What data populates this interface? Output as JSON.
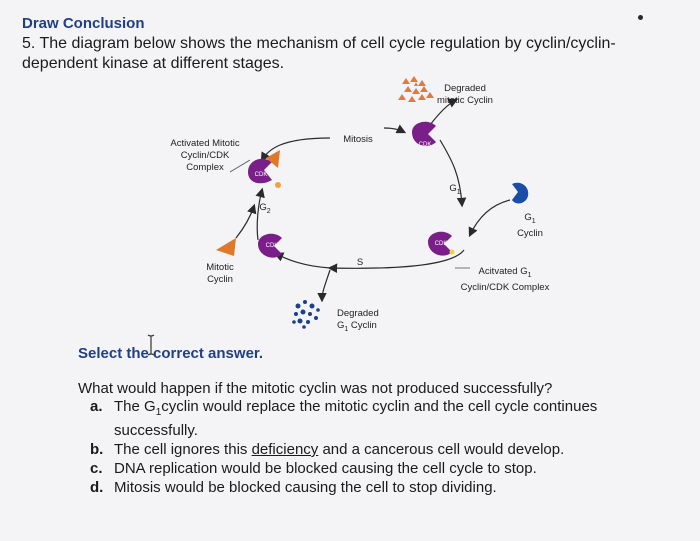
{
  "header": {
    "title": "Draw Conclusion",
    "question_line1": "5. The diagram below shows the mechanism of cell cycle regulation by cyclin/cyclin-",
    "question_line2": "dependent kinase at different stages."
  },
  "diagram": {
    "degraded_mitotic_cyclin_1": "Degraded",
    "degraded_mitotic_cyclin_2": "mitotic Cyclin",
    "activated_mitotic_1": "Activated Mitotic",
    "activated_mitotic_2": "Cyclin/CDK",
    "activated_mitotic_3": "Complex",
    "mitosis": "Mitosis",
    "s_phase": "S",
    "g1_label": "G",
    "g1_sub": "1",
    "g2_label": "G",
    "g2_sub": "2",
    "mitotic_cyclin_1": "Mitotic",
    "mitotic_cyclin_2": "Cyclin",
    "g1_cyclin_1": "G",
    "g1_cyclin_sub": "1",
    "g1_cyclin_2": "Cyclin",
    "activated_g1_1": "Acitvated G",
    "activated_g1_sub": "1",
    "activated_g1_2": "Cyclin/CDK Complex",
    "degraded_g1_1": "Degraded",
    "degraded_g1_2": "G",
    "degraded_g1_sub": "1",
    "degraded_g1_3": " Cyclin",
    "cdk": "CDK"
  },
  "select_prompt": "Select the correct answer.",
  "question": "What would happen if the mitotic cyclin was not produced successfully?",
  "options": [
    {
      "letter": "a.",
      "text_pre": "The G",
      "text_sub": "1",
      "text_post": "cyclin would replace the mitotic cyclin and the cell cycle continues successfully."
    },
    {
      "letter": "b.",
      "text_pre": "The cell ignores this ",
      "text_underlined": "deficiency",
      "text_post": " and a cancerous cell would develop."
    },
    {
      "letter": "c.",
      "text": "DNA replication would be blocked causing the cell cycle to stop."
    },
    {
      "letter": "d.",
      "text": "Mitosis would be blocked causing the cell to stop dividing."
    }
  ],
  "colors": {
    "title": "#1f3f86",
    "cdk": "#7a1f8a",
    "mitotic_cyclin": "#e0782a",
    "g1_cyclin": "#1a4da8",
    "degraded_mitotic": "#e37a3a",
    "degraded_g1": "#1a3f8f"
  }
}
